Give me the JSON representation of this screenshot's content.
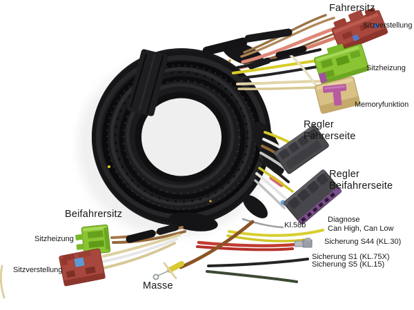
{
  "scene": {
    "type": "product-photo",
    "background": "#ffffff",
    "subject": "Coiled automotive seat wiring harness (Sitzheizung/Sitzverstellung Kabelbaum) with annotated connectors"
  },
  "labels": {
    "fahrersitz": "Fahrersitz",
    "sitzverstellung_fahrer": "Sitzverstellung",
    "sitzheizung_fahrer": "Sitzheizung",
    "memoryfunktion": "Memoryfunktion",
    "regler_fahrerseite": {
      "line1": "Regler",
      "line2": "Fahrerseite"
    },
    "regler_beifahrerseite": {
      "line1": "Regler",
      "line2": "Beifahrerseite"
    },
    "beifahrersitz": "Beifahrersitz",
    "sitzheizung_beifahrer": "Sitzheizung",
    "sitzverstellung_beifahrer": "Sitzverstellung",
    "masse": "Masse",
    "kl58b": "Kl.58b",
    "diagnose": "Diagnose",
    "can": "Can High, Can Low",
    "sicherung_s44": "Sicherung S44 (KL.30)",
    "sicherung_s1": "Sicherung S1 (KL.75X)",
    "sicherung_s5": "Sicherung S5 (KL.15)"
  },
  "palette": {
    "loom_black": "#1b1b1d",
    "connector_seat_adjust_red": "#a8473d",
    "connector_seat_heating_green": "#8ac433",
    "connector_memory_body_tan": "#d9c085",
    "connector_memory_lever_magenta": "#b75aa2",
    "connector_controller_gray": "#47474b",
    "connector_controller_strip_purple": "#7a4e8c",
    "latch_blue": "#5b9bd5",
    "wire_salmon": "#df8878",
    "wire_brown": "#a87848",
    "wire_yellow": "#d8cc28",
    "wire_red": "#c23c32",
    "wire_black": "#242424",
    "wire_gray": "#c4c4c4",
    "wire_cream": "#ddd0a0",
    "wire_dark_green": "#3c4a34",
    "wire_ground_brown": "#8a5424",
    "text": "#161616"
  }
}
